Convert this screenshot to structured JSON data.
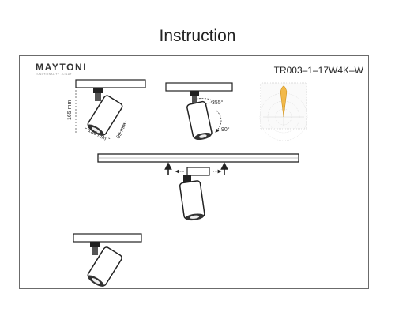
{
  "page": {
    "title": "Instruction"
  },
  "header": {
    "brand": "MAYTONI",
    "brand_sub": "FUNCTIONALITY · LIGHT",
    "model": "TR003–1–17W4K–W"
  },
  "dimensions": {
    "height": "165 mm",
    "length": "138 mm",
    "diameter": "69 mm"
  },
  "rotation": {
    "horizontal": "355°",
    "vertical": "90°"
  }
}
